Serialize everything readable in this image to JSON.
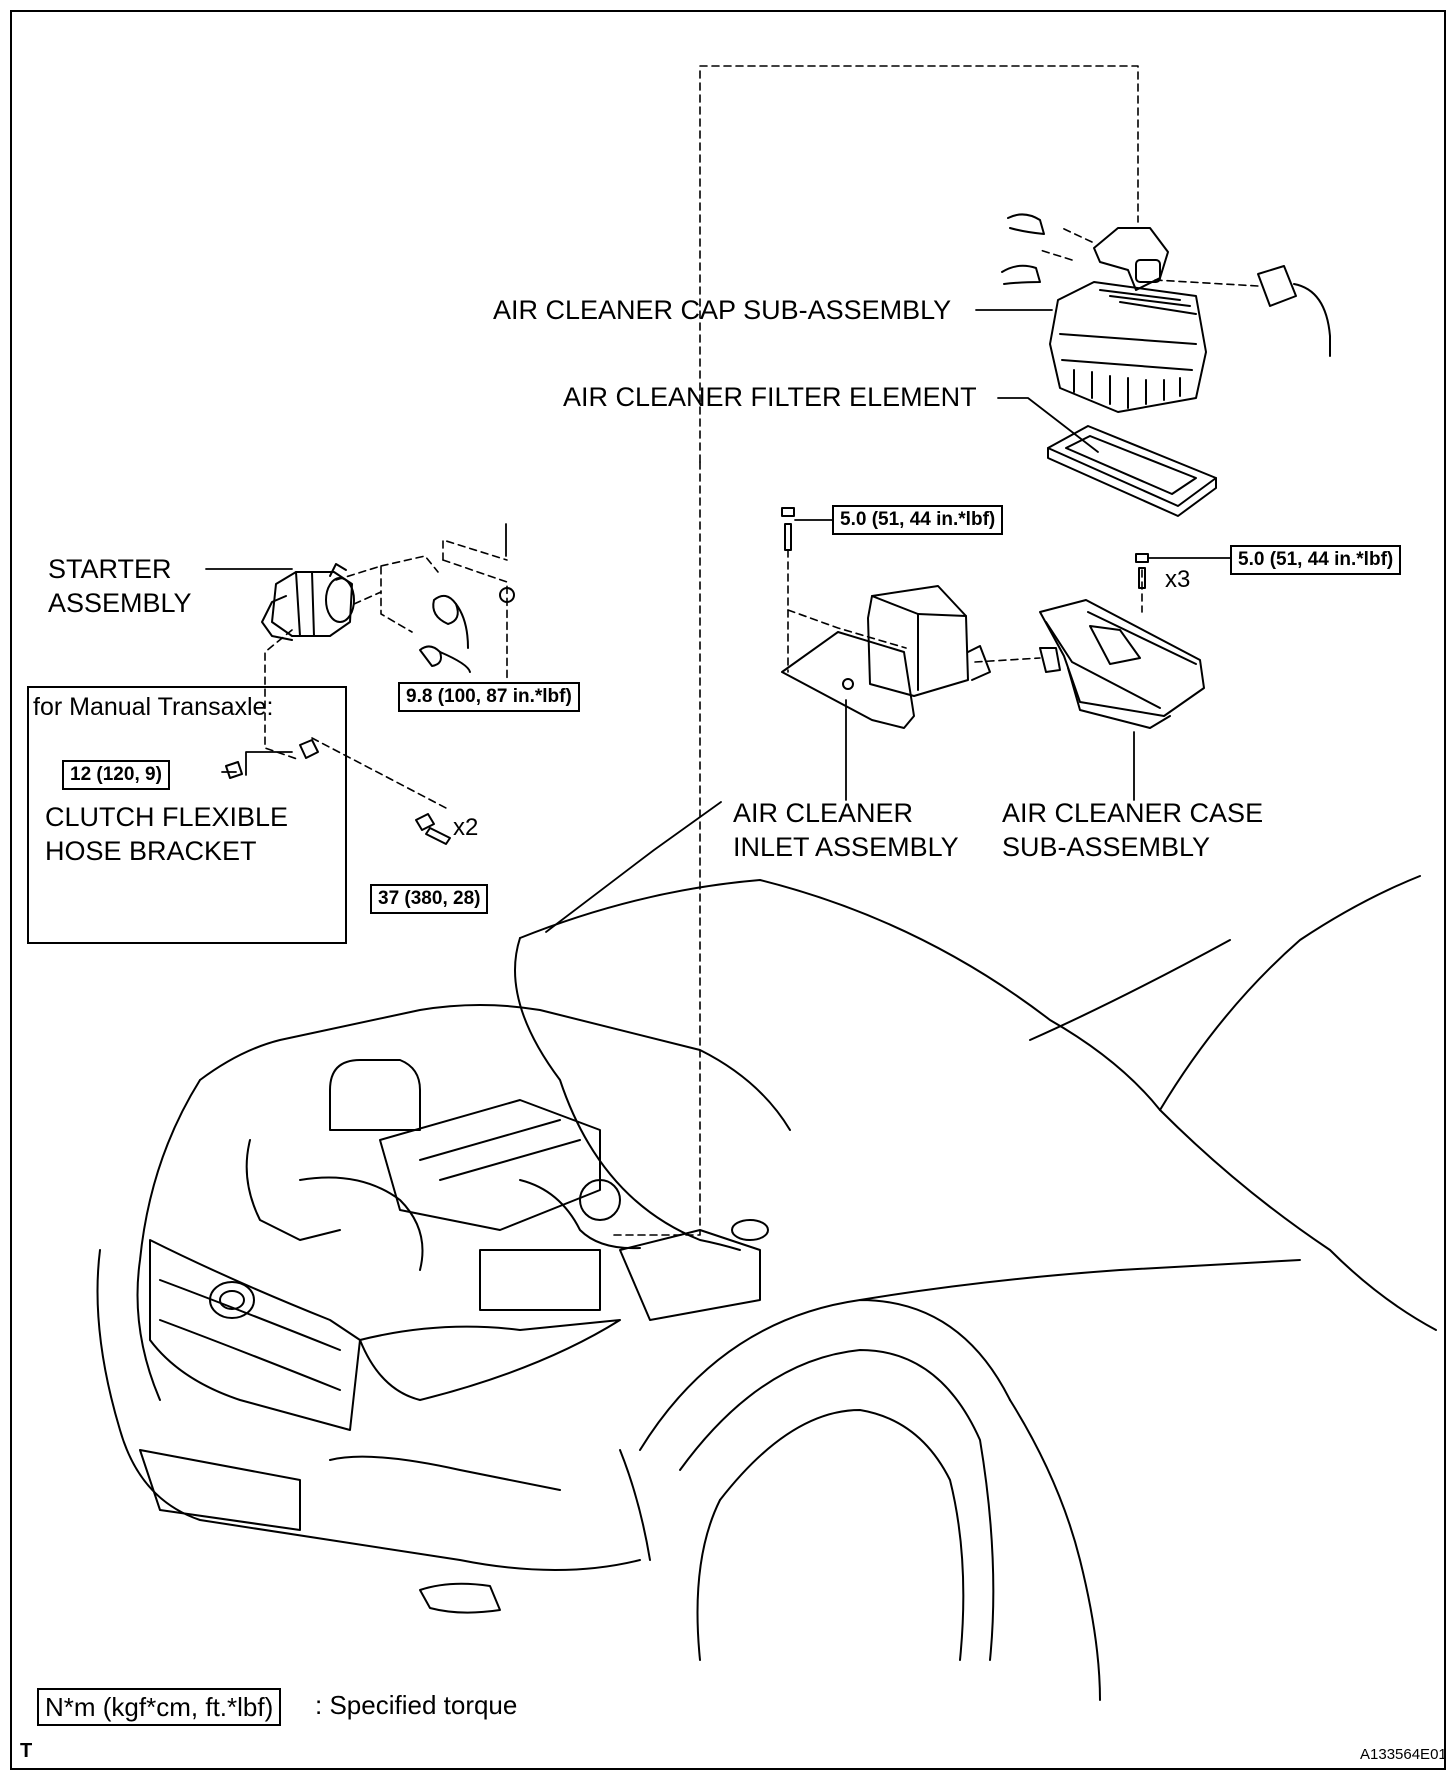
{
  "labels": {
    "cap": "AIR CLEANER CAP SUB-ASSEMBLY",
    "filter": "AIR CLEANER FILTER ELEMENT",
    "starter_1": "STARTER",
    "starter_2": "ASSEMBLY",
    "manual_note": "for Manual Transaxle:",
    "bracket_1": "CLUTCH FLEXIBLE",
    "bracket_2": "HOSE BRACKET",
    "inlet_1": "AIR CLEANER",
    "inlet_2": "INLET ASSEMBLY",
    "case_1": "AIR CLEANER CASE",
    "case_2": "SUB-ASSEMBLY"
  },
  "torques": {
    "inlet_bolt": "5.0 (51, 44 in.*lbf)",
    "case_bolt": "5.0 (51, 44 in.*lbf)",
    "starter_nut": "9.8 (100, 87 in.*lbf)",
    "bracket_bolt": "12 (120, 9)",
    "starter_bolt": "37 (380, 28)"
  },
  "multipliers": {
    "case_bolt": "x3",
    "starter_bolt": "x2"
  },
  "legend": {
    "unit": "N*m (kgf*cm, ft.*lbf)",
    "meaning": ": Specified torque"
  },
  "corner_mark": "T",
  "figure_id": "A133564E01"
}
